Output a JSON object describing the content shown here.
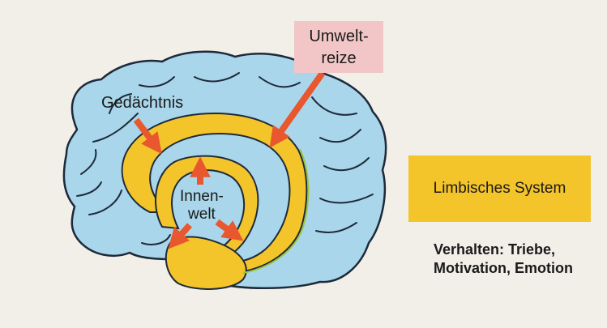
{
  "labels": {
    "umwelt_line1": "Umwelt-",
    "umwelt_line2": "reize",
    "gedaechtnis": "Gedächtnis",
    "innen_line1": "Innen-",
    "innen_line2": "welt",
    "limbic_system": "Limbisches System",
    "verhalten_line1": "Verhalten: Triebe,",
    "verhalten_line2": "Motivation, Emotion"
  },
  "colors": {
    "brain": "#a9d6ea",
    "limbic": "#f4c42b",
    "arrows": "#e8572e",
    "umwelt_box": "#f2c6c6",
    "outline": "#1d2a3a"
  }
}
